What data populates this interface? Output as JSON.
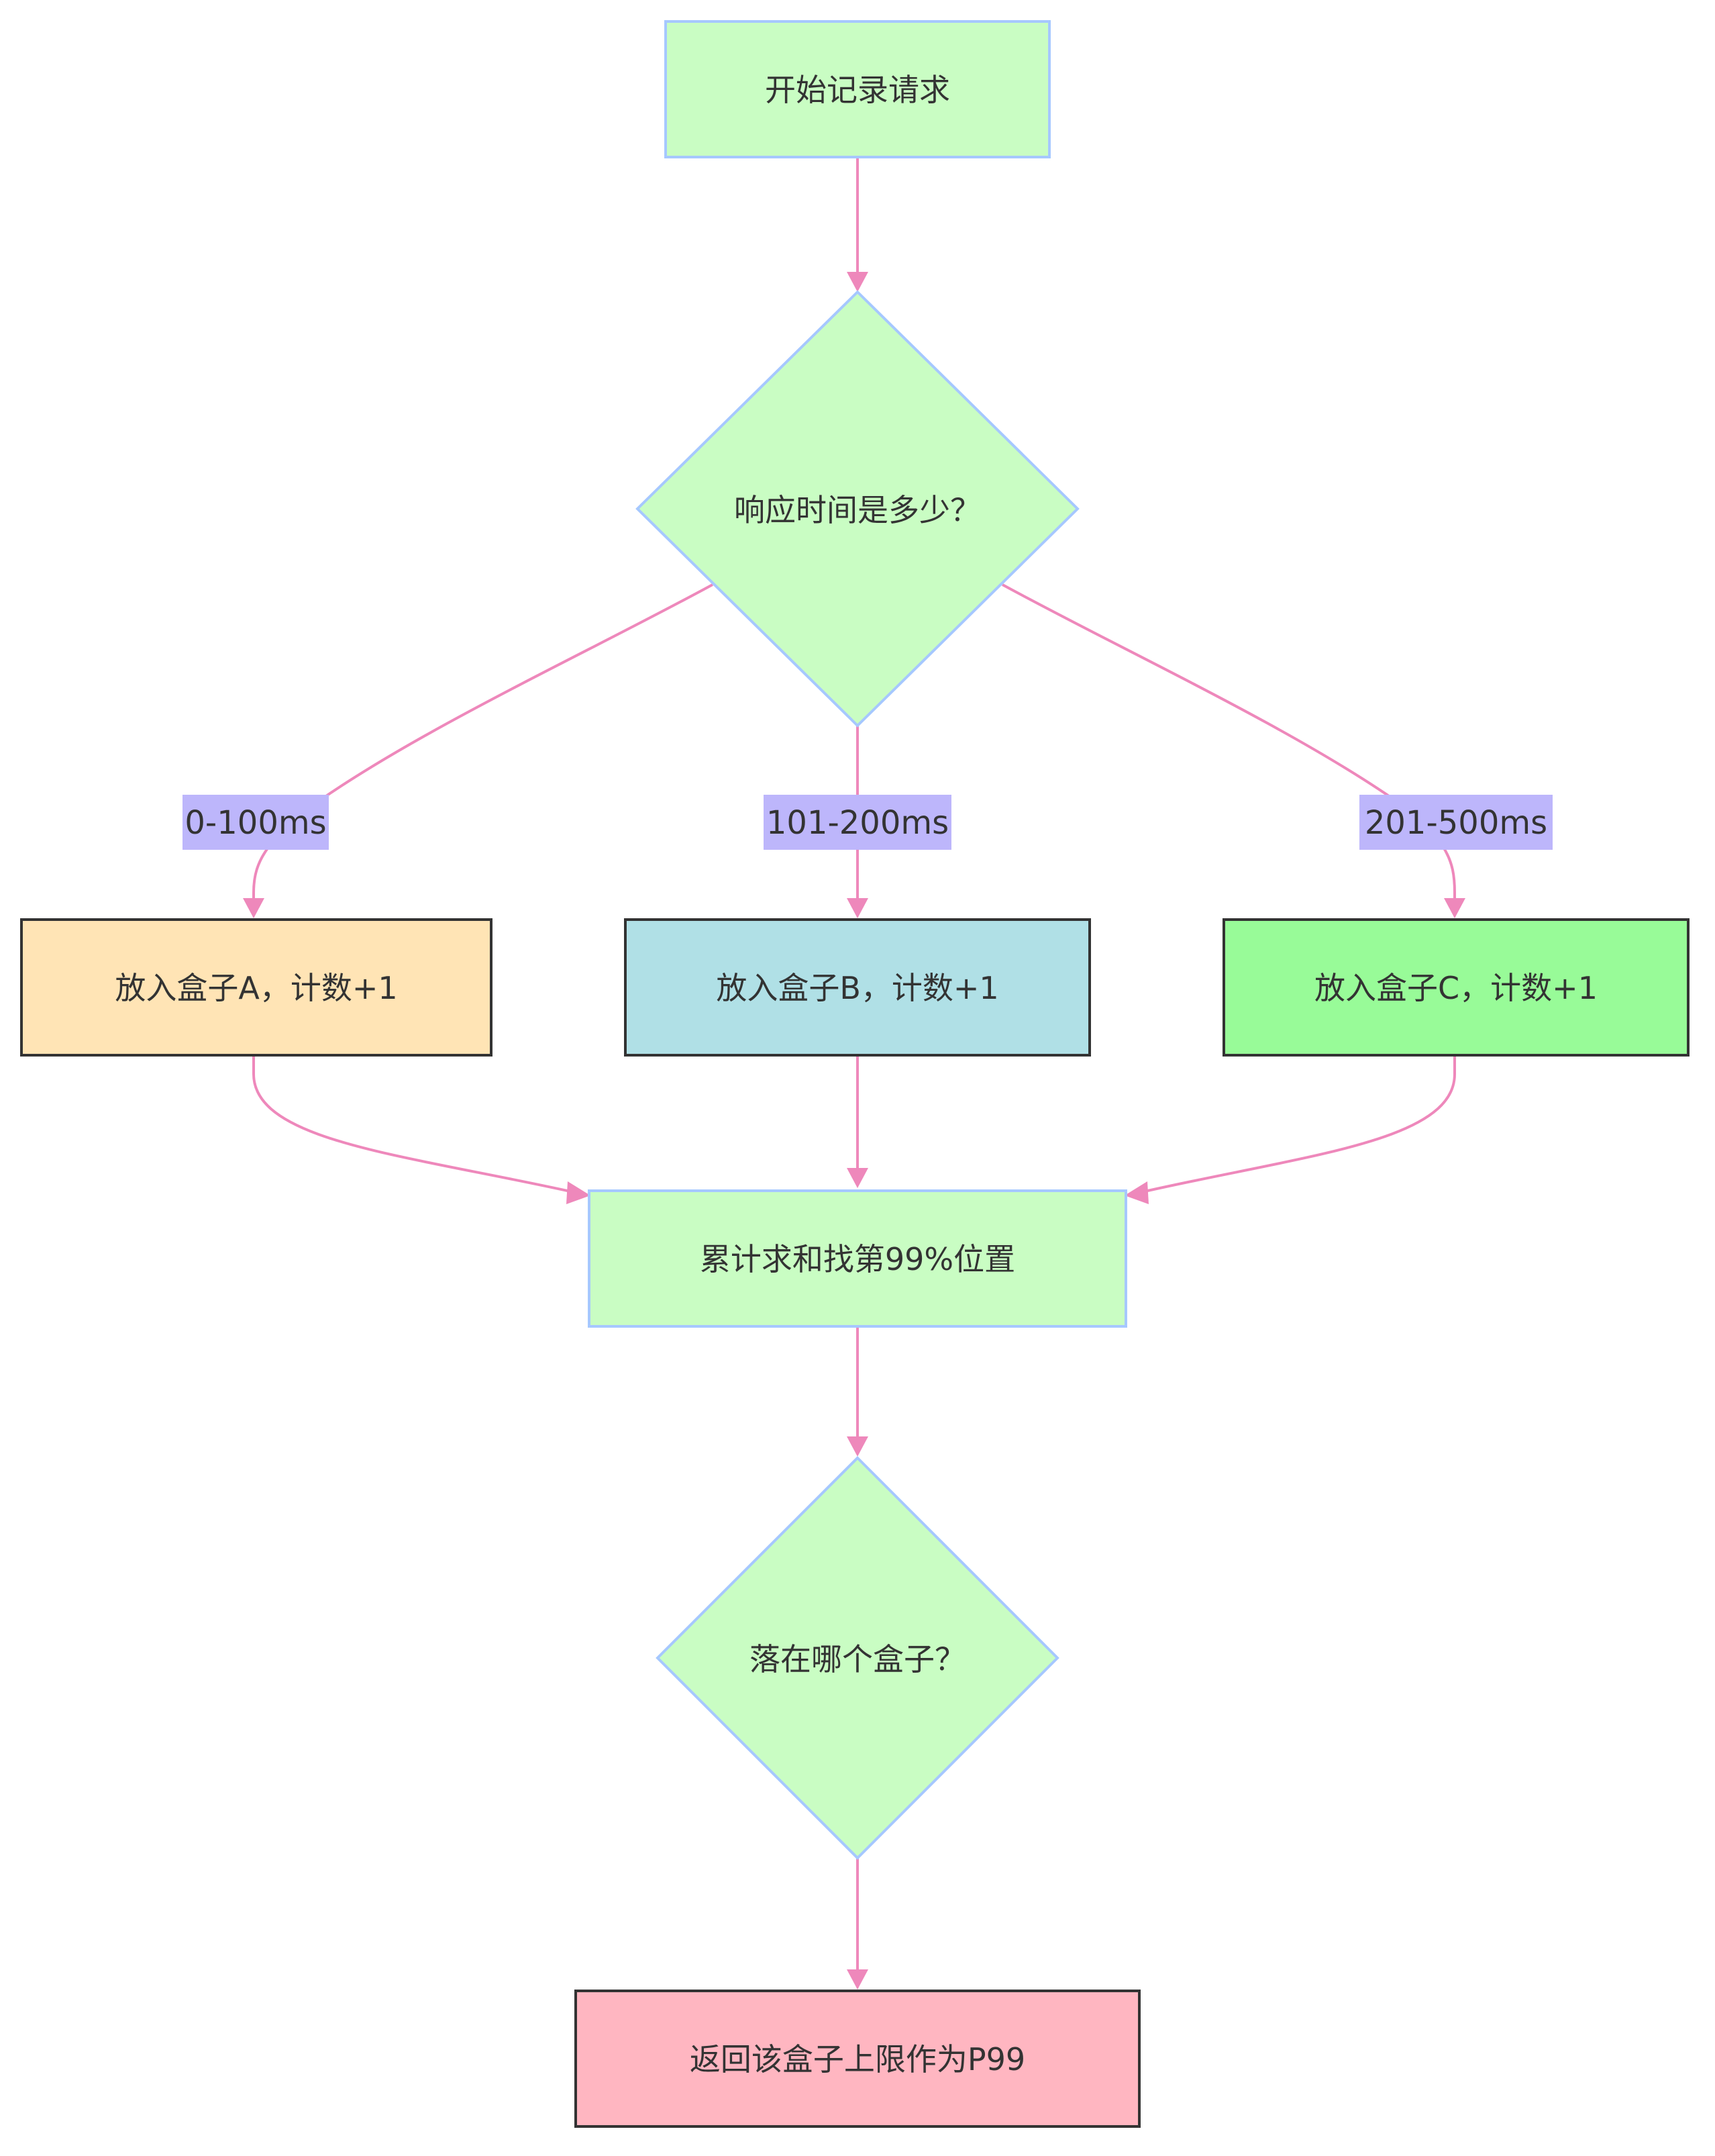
{
  "colors": {
    "default_fill": "#c9fdc3",
    "default_stroke": "#a6c8ff",
    "edge": "#ee88bb",
    "edge_label_bg": "#bdb6fb",
    "box_a_fill": "#ffe4b5",
    "box_b_fill": "#b0e0e6",
    "box_c_fill": "#98fb98",
    "result_fill": "#ffb6c1",
    "dark_stroke": "#333333",
    "text": "#333333"
  },
  "nodes": {
    "start": {
      "label": "开始记录请求",
      "shape": "rect"
    },
    "decision_time": {
      "label": "响应时间是多少？",
      "shape": "diamond"
    },
    "box_a": {
      "label": "放入盒子A，计数+1",
      "shape": "rect"
    },
    "box_b": {
      "label": "放入盒子B，计数+1",
      "shape": "rect"
    },
    "box_c": {
      "label": "放入盒子C，计数+1",
      "shape": "rect"
    },
    "accumulate": {
      "label": "累计求和找第99%位置",
      "shape": "rect"
    },
    "decision_box": {
      "label": "落在哪个盒子？",
      "shape": "diamond"
    },
    "result": {
      "label": "返回该盒子上限作为P99",
      "shape": "rect"
    }
  },
  "edge_labels": {
    "to_a": "0-100ms",
    "to_b": "101-200ms",
    "to_c": "201-500ms"
  }
}
